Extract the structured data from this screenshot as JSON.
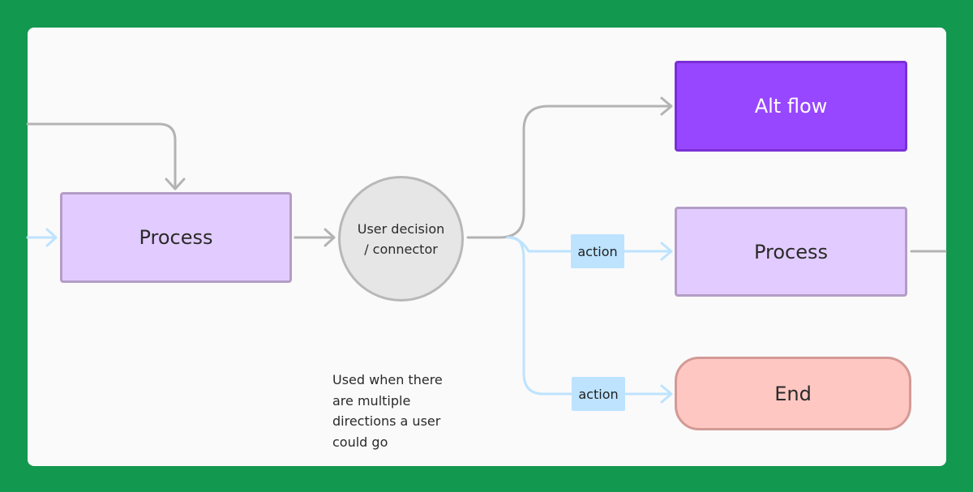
{
  "diagram": {
    "nodes": {
      "process_left": "Process",
      "decision": "User decision / connector",
      "alt_flow": "Alt flow",
      "process_right": "Process",
      "end": "End"
    },
    "labels": {
      "action_1": "action",
      "action_2": "action"
    },
    "note": "Used when there\nare multiple\ndirections a user\ncould go"
  },
  "colors": {
    "background": "#13984f",
    "canvas": "#fafafa",
    "process_fill": "#e2ccff",
    "alt_flow_fill": "#9747ff",
    "end_fill": "#ffc7c2",
    "decision_fill": "#e6e6e6",
    "action_fill": "#bde3ff",
    "gray_connector": "#b3b3b3",
    "blue_connector": "#bde3ff"
  }
}
